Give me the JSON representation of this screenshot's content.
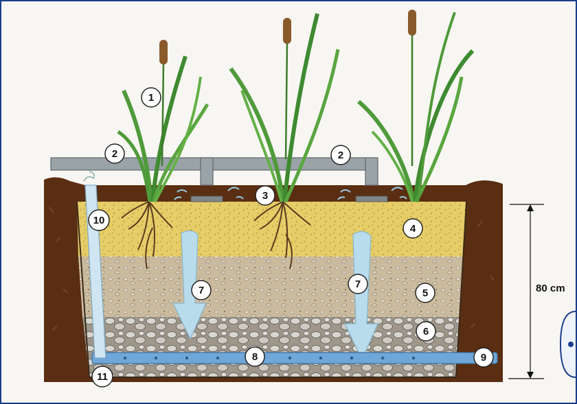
{
  "callouts": {
    "c1": "1",
    "c2a": "2",
    "c2b": "2",
    "c3": "3",
    "c4": "4",
    "c5": "5",
    "c6": "6",
    "c7a": "7",
    "c7b": "7",
    "c8": "8",
    "c9": "9",
    "c10": "10",
    "c11": "11"
  },
  "dimension": {
    "depth_label": "80 cm"
  },
  "colors": {
    "soil": "#5a2e12",
    "sand": "#e8cf6a",
    "gravel": "#c8b89a",
    "stones": "#a89f90",
    "pipe_gray": "#9aa3a8",
    "pipe_blue": "#6ea7d8",
    "water": "#b9dcec",
    "leaf": "#4f9a3a",
    "cattail": "#8a5a2b",
    "frame_border": "#1c3c8c"
  }
}
